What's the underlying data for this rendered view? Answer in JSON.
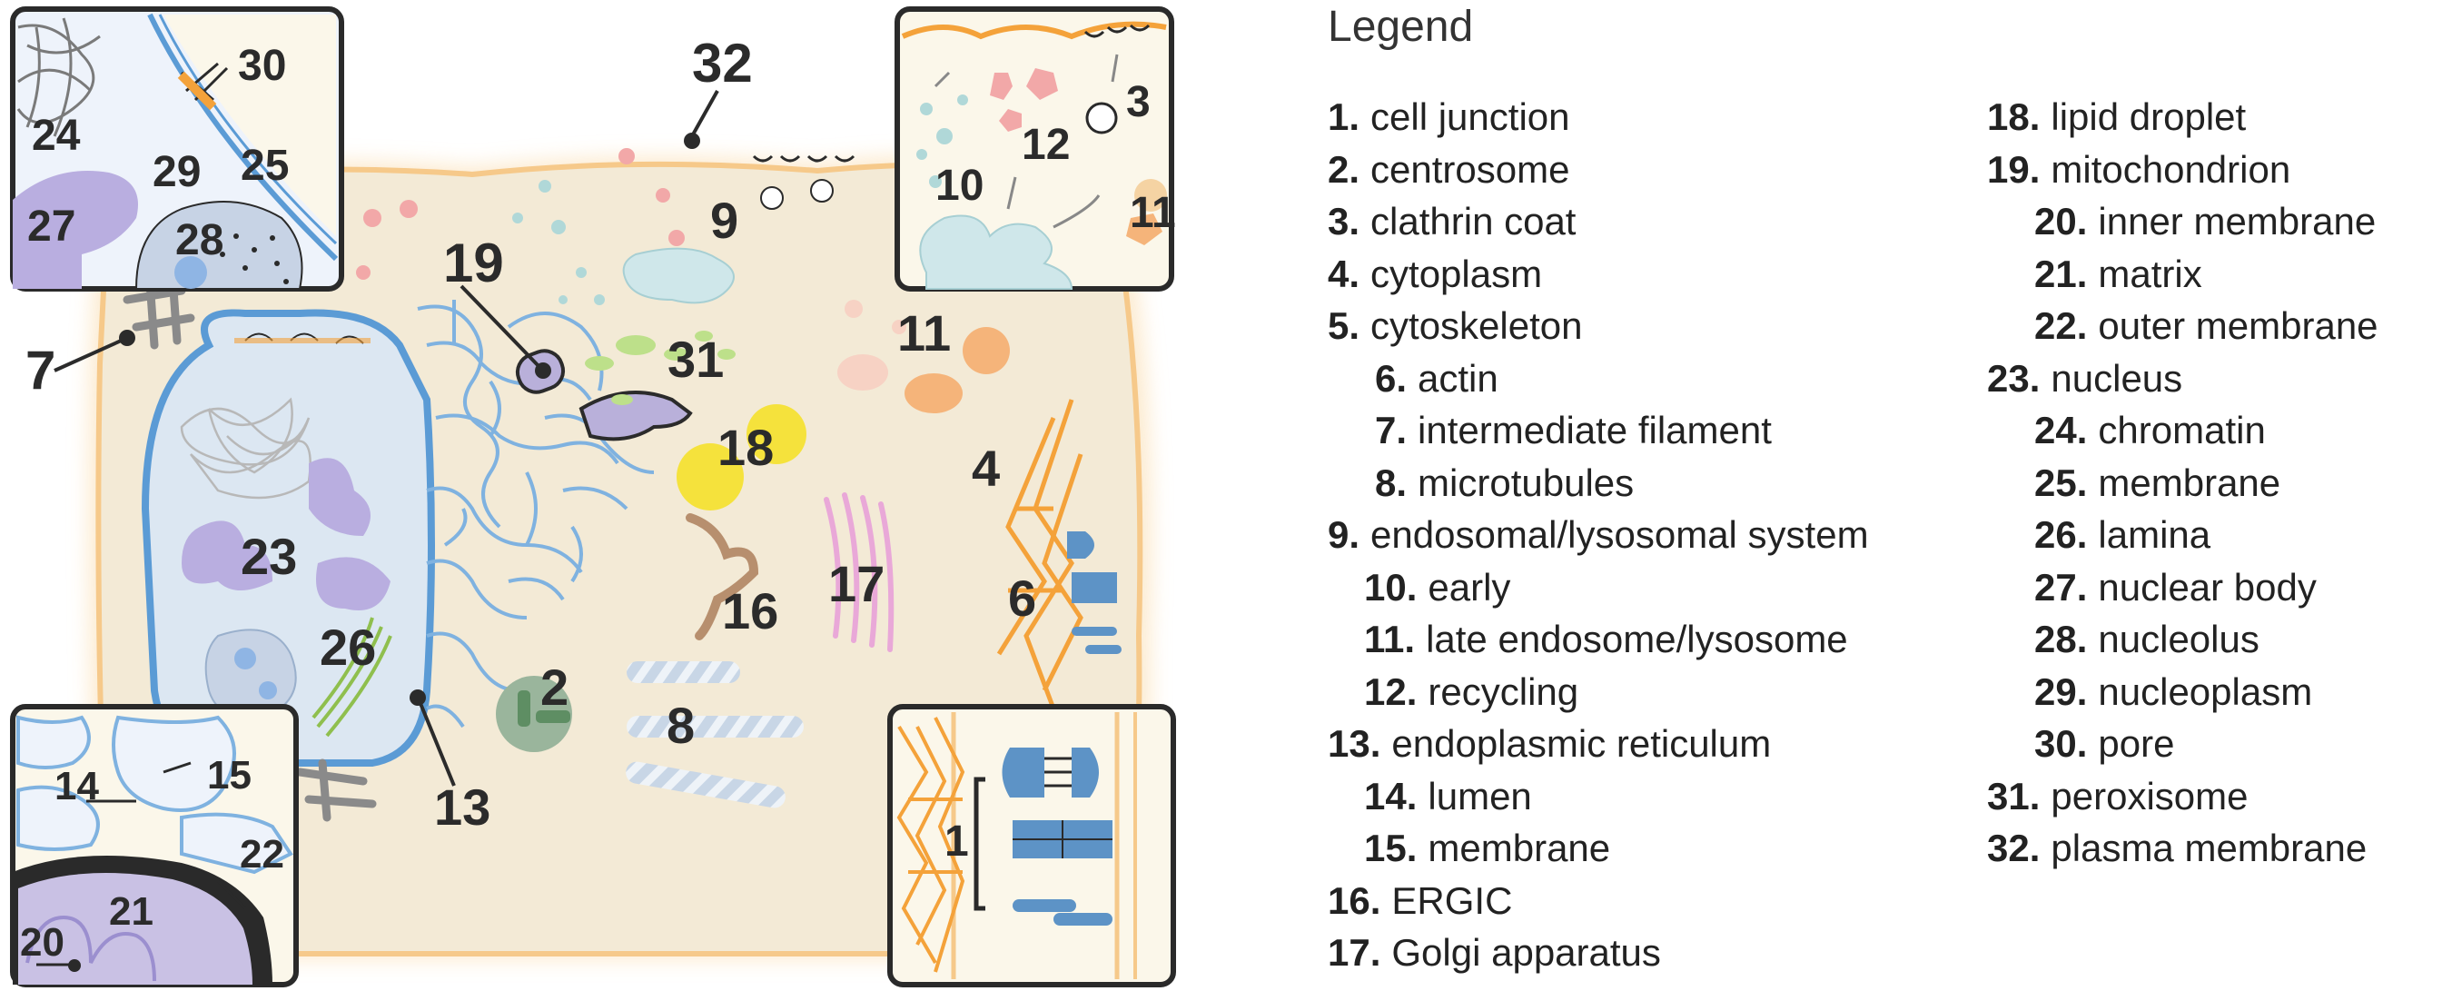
{
  "legend": {
    "title": "Legend",
    "column_left": [
      {
        "num": "1.",
        "text": "cell junction",
        "indent": 0
      },
      {
        "num": "2.",
        "text": "centrosome",
        "indent": 0
      },
      {
        "num": "3.",
        "text": "clathrin coat",
        "indent": 0
      },
      {
        "num": "4.",
        "text": "cytoplasm",
        "indent": 0
      },
      {
        "num": "5.",
        "text": "cytoskeleton",
        "indent": 0
      },
      {
        "num": "6.",
        "text": "actin",
        "indent": 1
      },
      {
        "num": "7.",
        "text": "intermediate filament",
        "indent": 1
      },
      {
        "num": "8.",
        "text": "microtubules",
        "indent": 1
      },
      {
        "num": "9.",
        "text": "endosomal/lysosomal system",
        "indent": 0
      },
      {
        "num": "10.",
        "text": "early",
        "indent": 2
      },
      {
        "num": "11.",
        "text": "late endosome/lysosome",
        "indent": 2
      },
      {
        "num": "12.",
        "text": "recycling",
        "indent": 2
      },
      {
        "num": "13.",
        "text": "endoplasmic reticulum",
        "indent": 0
      },
      {
        "num": "14.",
        "text": "lumen",
        "indent": 2
      },
      {
        "num": "15.",
        "text": "membrane",
        "indent": 2
      },
      {
        "num": "16.",
        "text": "ERGIC",
        "indent": 0
      },
      {
        "num": "17.",
        "text": "Golgi apparatus",
        "indent": 0
      }
    ],
    "column_right": [
      {
        "num": "18.",
        "text": "lipid droplet",
        "indent": 0
      },
      {
        "num": "19.",
        "text": "mitochondrion",
        "indent": 0
      },
      {
        "num": "20.",
        "text": "inner membrane",
        "indent": 1
      },
      {
        "num": "21.",
        "text": "matrix",
        "indent": 1
      },
      {
        "num": "22.",
        "text": "outer membrane",
        "indent": 1
      },
      {
        "num": "23.",
        "text": "nucleus",
        "indent": 0
      },
      {
        "num": "24.",
        "text": "chromatin",
        "indent": 1
      },
      {
        "num": "25.",
        "text": "membrane",
        "indent": 1
      },
      {
        "num": "26.",
        "text": "lamina",
        "indent": 1
      },
      {
        "num": "27.",
        "text": "nuclear body",
        "indent": 1
      },
      {
        "num": "28.",
        "text": "nucleolus",
        "indent": 1
      },
      {
        "num": "29.",
        "text": "nucleoplasm",
        "indent": 1
      },
      {
        "num": "30.",
        "text": "pore",
        "indent": 1
      },
      {
        "num": "31.",
        "text": "peroxisome",
        "indent": 0
      },
      {
        "num": "32.",
        "text": "plasma membrane",
        "indent": 0
      }
    ]
  },
  "diagram_labels": {
    "cell_junction": "1",
    "centrosome": "2",
    "clathrin_coat": "3",
    "cytoplasm": "4",
    "actin": "6",
    "intermediate_filament": "7",
    "microtubules": "8",
    "endosomal_system": "9",
    "early": "10",
    "late_endosome": "11",
    "recycling": "12",
    "er": "13",
    "lumen": "14",
    "er_membrane": "15",
    "ergic": "16",
    "golgi": "17",
    "lipid_droplet": "18",
    "mitochondrion": "19",
    "inner_membrane": "20",
    "matrix": "21",
    "outer_membrane": "22",
    "nucleus": "23",
    "chromatin": "24",
    "nuclear_membrane": "25",
    "lamina": "26",
    "nuclear_body": "27",
    "nucleolus": "28",
    "nucleoplasm": "29",
    "pore": "30",
    "peroxisome": "31",
    "plasma_membrane": "32"
  },
  "colors": {
    "cytoplasm": "#f3ead6",
    "plasma_membrane": "#f6c98a",
    "nucleus": "#dce7f2",
    "nuclear_membrane": "#5b9bd5",
    "er": "#7fb2e0",
    "golgi": "#e9a8d8",
    "actin": "#f4a23a",
    "lipid": "#f5e23c",
    "mito": "#b9b0da",
    "centrosome": "#5e8e63",
    "inset_border": "#2a2a2a"
  }
}
